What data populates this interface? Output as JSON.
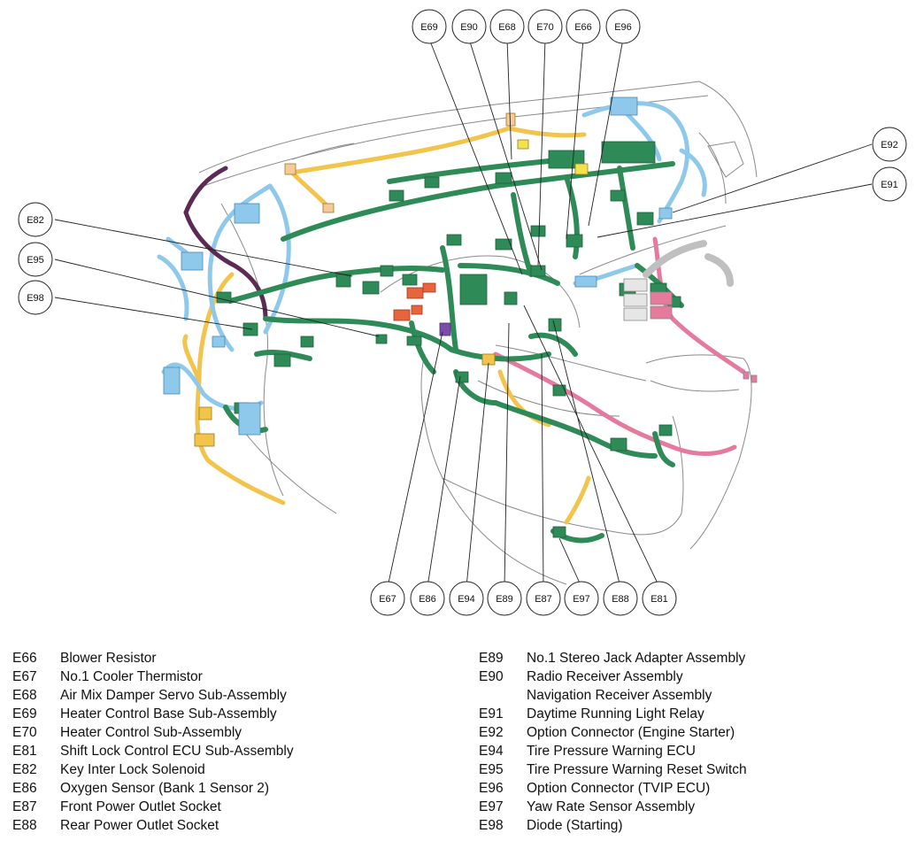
{
  "callouts_top": [
    "E69",
    "E90",
    "E68",
    "E70",
    "E66",
    "E96"
  ],
  "callouts_right": [
    "E92",
    "E91"
  ],
  "callouts_left": [
    "E82",
    "E95",
    "E98"
  ],
  "callouts_bottom": [
    "E67",
    "E86",
    "E94",
    "E89",
    "E87",
    "E97",
    "E88",
    "E81"
  ],
  "legend_left": [
    {
      "code": "E66",
      "desc": "Blower Resistor"
    },
    {
      "code": "E67",
      "desc": "No.1 Cooler Thermistor"
    },
    {
      "code": "E68",
      "desc": "Air Mix Damper Servo Sub-Assembly"
    },
    {
      "code": "E69",
      "desc": "Heater Control Base Sub-Assembly"
    },
    {
      "code": "E70",
      "desc": "Heater Control Sub-Assembly"
    },
    {
      "code": "E81",
      "desc": "Shift Lock Control ECU Sub-Assembly"
    },
    {
      "code": "E82",
      "desc": "Key Inter Lock Solenoid"
    },
    {
      "code": "E86",
      "desc": "Oxygen Sensor (Bank 1 Sensor 2)"
    },
    {
      "code": "E87",
      "desc": "Front Power Outlet Socket"
    },
    {
      "code": "E88",
      "desc": "Rear Power Outlet Socket"
    }
  ],
  "legend_right": [
    {
      "code": "E89",
      "desc": "No.1 Stereo Jack Adapter Assembly"
    },
    {
      "code": "E90",
      "desc": "Radio Receiver Assembly"
    },
    {
      "code": "",
      "desc": "Navigation Receiver Assembly"
    },
    {
      "code": "E91",
      "desc": "Daytime Running Light Relay"
    },
    {
      "code": "E92",
      "desc": "Option Connector (Engine Starter)"
    },
    {
      "code": "E94",
      "desc": "Tire Pressure Warning ECU"
    },
    {
      "code": "E95",
      "desc": "Tire Pressure Warning Reset Switch"
    },
    {
      "code": "E96",
      "desc": "Option Connector (TVIP ECU)"
    },
    {
      "code": "E97",
      "desc": "Yaw Rate Sensor Assembly"
    },
    {
      "code": "E98",
      "desc": "Diode (Starting)"
    }
  ],
  "colors": {
    "harness_main": "#2e8b57",
    "harness_blue": "#8ec9ec",
    "harness_yellow": "#f2c44c",
    "harness_pink": "#e57a9c",
    "harness_purple": "#5b2a55",
    "connector_orange": "#e8643a",
    "outline": "#8a8a8a"
  }
}
